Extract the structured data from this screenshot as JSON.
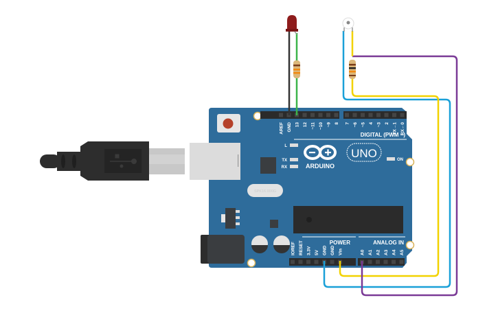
{
  "board": {
    "logo_text": "ARDUINO",
    "model": "UNO",
    "digital_label": "DIGITAL (PWM ~)",
    "power_label": "POWER",
    "analog_label": "ANALOG IN",
    "crystal_text": "SPK16.000G",
    "led_labels": {
      "l": "L",
      "tx": "TX",
      "rx": "RX",
      "on": "ON"
    },
    "digital_pins_left": [
      "AREF",
      "GND",
      "13",
      "12",
      "~11",
      "~10",
      "~9",
      "8"
    ],
    "digital_pins_right": [
      "7",
      "~6",
      "~5",
      "4",
      "~3",
      "2",
      "TX→1",
      "RX←0"
    ],
    "power_pins": [
      "IOREF",
      "RESET",
      "3.3V",
      "5V",
      "GND",
      "GND",
      "Vin"
    ],
    "analog_pins": [
      "A0",
      "A1",
      "A2",
      "A3",
      "A4",
      "A5"
    ]
  },
  "colors": {
    "board": "#2e6c9b",
    "wire_blue": "#1aa0d8",
    "wire_yellow": "#f2d200",
    "wire_purple": "#7a3a96",
    "wire_green": "#3cb44a",
    "wire_black": "#333333",
    "led": "#8e1c1c"
  }
}
